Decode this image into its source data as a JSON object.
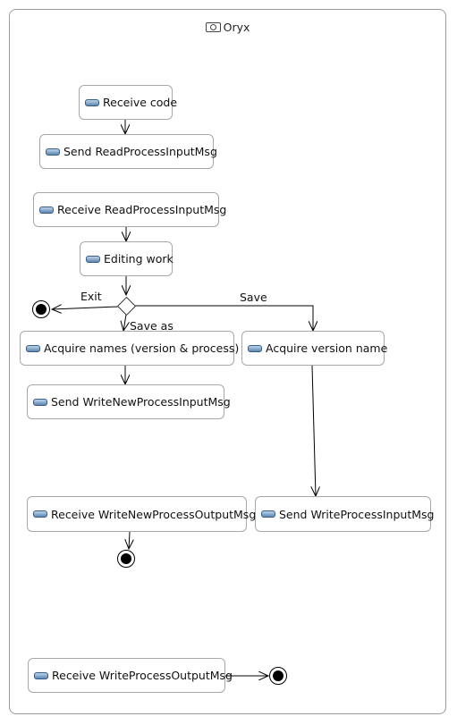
{
  "diagram_title": "Oryx",
  "nodes": {
    "receive_code": "Receive code",
    "send_read_process_input": "Send ReadProcessInputMsg",
    "receive_read_process_input": "Receive ReadProcessInputMsg",
    "editing_work": "Editing work",
    "acquire_names": "Acquire names (version & process)",
    "acquire_version_name": "Acquire version name",
    "send_write_new_process_input": "Send WriteNewProcessInputMsg",
    "receive_write_new_process_output": "Receive WriteNewProcessOutputMsg",
    "send_write_process_input": "Send WriteProcessInputMsg",
    "receive_write_process_output": "Receive WriteProcessOutputMsg"
  },
  "edge_labels": {
    "exit": "Exit",
    "save": "Save",
    "save_as": "Save as"
  }
}
